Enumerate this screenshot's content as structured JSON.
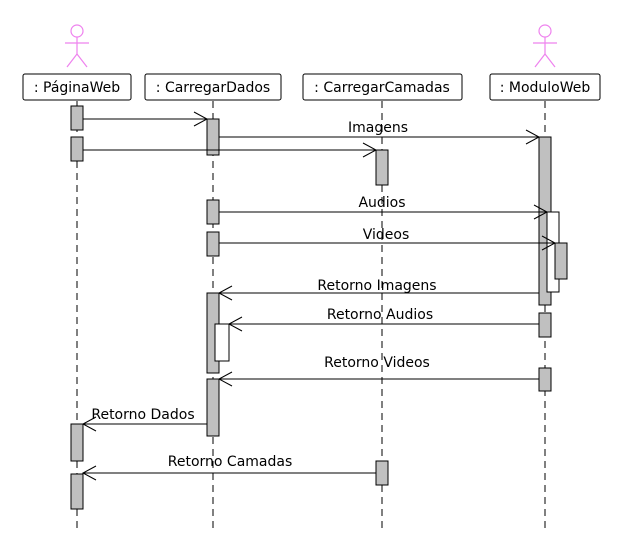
{
  "participants": [
    {
      "id": "pagina",
      "label": " : PáginaWeb",
      "actor": true
    },
    {
      "id": "carregar_dados",
      "label": " : CarregarDados",
      "actor": false
    },
    {
      "id": "carregar_camadas",
      "label": " : CarregarCamadas",
      "actor": false
    },
    {
      "id": "modulo",
      "label": " : ModuloWeb",
      "actor": true
    }
  ],
  "messages": [
    {
      "label": "",
      "from": "pagina",
      "to": "carregar_dados"
    },
    {
      "label": "Imagens",
      "from": "carregar_dados",
      "to": "modulo"
    },
    {
      "label": "",
      "from": "pagina",
      "to": "carregar_camadas"
    },
    {
      "label": "Audios",
      "from": "carregar_dados",
      "to": "modulo"
    },
    {
      "label": "Videos",
      "from": "carregar_dados",
      "to": "modulo"
    },
    {
      "label": "Retorno Imagens",
      "from": "modulo",
      "to": "carregar_dados"
    },
    {
      "label": "Retorno Audios",
      "from": "modulo",
      "to": "carregar_dados"
    },
    {
      "label": "Retorno Videos",
      "from": "modulo",
      "to": "carregar_dados"
    },
    {
      "label": "Retorno Dados",
      "from": "carregar_dados",
      "to": "pagina"
    },
    {
      "label": "Retorno Camadas",
      "from": "carregar_camadas",
      "to": "pagina"
    }
  ],
  "colors": {
    "actor": "#ee82ee",
    "activation": "#c0c0c0",
    "line": "#000000"
  }
}
